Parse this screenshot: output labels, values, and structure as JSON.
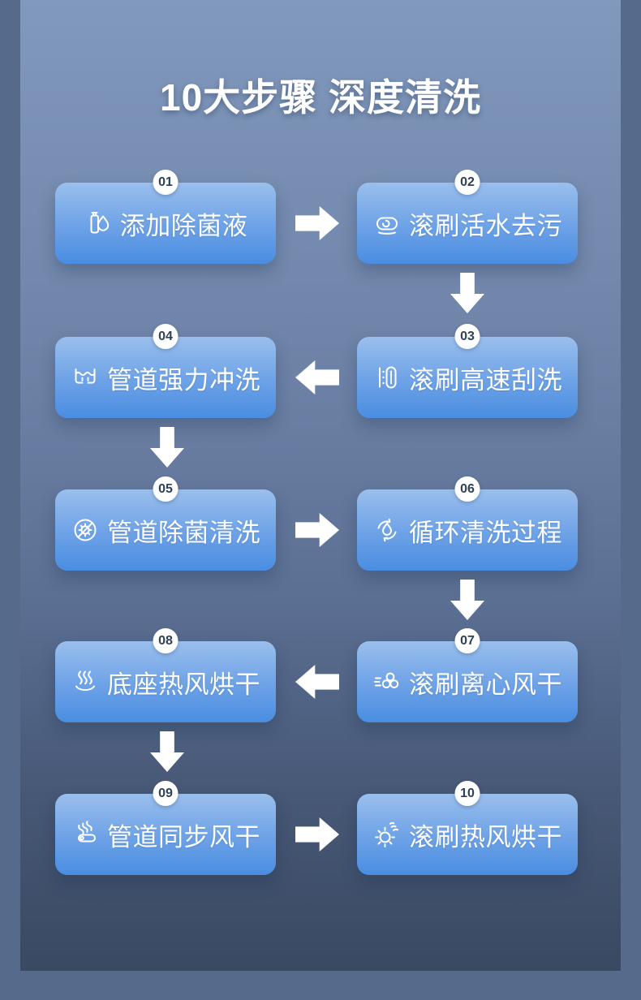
{
  "page": {
    "title": "10大步骤 深度清洗"
  },
  "colors": {
    "frame": "#566b8c",
    "panel_top": "#8199bd",
    "panel_bottom": "#394962",
    "card_top": "#9abfed",
    "card_bottom": "#4a8de1",
    "badge_bg": "#ffffff",
    "badge_text": "#2e4158",
    "label_text": "#ffffff",
    "arrow": "#ffffff"
  },
  "steps": [
    {
      "num": "01",
      "label": "添加除菌液",
      "icon": "bottle-droplet-icon"
    },
    {
      "num": "02",
      "label": "滚刷活水去污",
      "icon": "roller-swirl-icon"
    },
    {
      "num": "03",
      "label": "滚刷高速刮洗",
      "icon": "roller-scrape-icon"
    },
    {
      "num": "04",
      "label": "管道强力冲洗",
      "icon": "pipe-flush-icon"
    },
    {
      "num": "05",
      "label": "管道除菌清洗",
      "icon": "no-germ-icon"
    },
    {
      "num": "06",
      "label": "循环清洗过程",
      "icon": "cycle-droplet-icon"
    },
    {
      "num": "07",
      "label": "滚刷离心风干",
      "icon": "fan-wind-icon"
    },
    {
      "num": "08",
      "label": "底座热风烘干",
      "icon": "heat-base-icon"
    },
    {
      "num": "09",
      "label": "管道同步风干",
      "icon": "steam-pipe-icon"
    },
    {
      "num": "10",
      "label": "滚刷热风烘干",
      "icon": "sun-wind-icon"
    }
  ],
  "flow": {
    "rows": [
      {
        "left_step": "01",
        "right_step": "02",
        "arrow_direction": "right"
      },
      {
        "left_step": "04",
        "right_step": "03",
        "arrow_direction": "left"
      },
      {
        "left_step": "05",
        "right_step": "06",
        "arrow_direction": "right"
      },
      {
        "left_step": "08",
        "right_step": "07",
        "arrow_direction": "left"
      },
      {
        "left_step": "09",
        "right_step": "10",
        "arrow_direction": "right"
      }
    ],
    "down_connectors": [
      "02→03",
      "04→05",
      "06→07",
      "08→09"
    ]
  }
}
